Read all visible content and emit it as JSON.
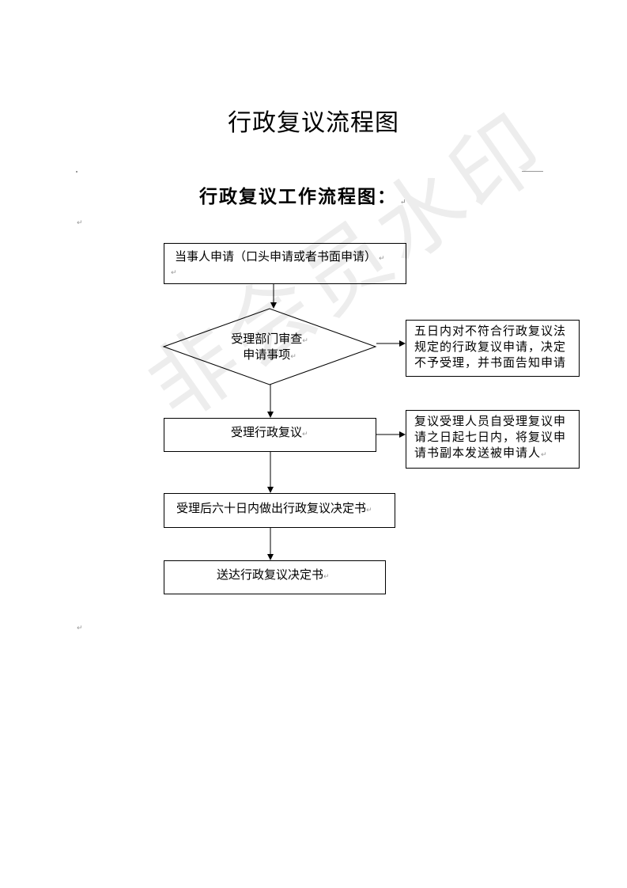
{
  "doc": {
    "title": "行政复议流程图",
    "subtitle": "行政复议工作流程图：",
    "return_mark": "↵"
  },
  "flow": {
    "apply": "当事人申请（口头申请或者书面申请）",
    "review": [
      "受理部门审查",
      "申请事项"
    ],
    "reject_lines": [
      "五日内对不符合行政复议法",
      "规定的行政复议申请，决定",
      "不予受理，并书面告知申请"
    ],
    "accept": "受理行政复议",
    "copy_lines": [
      "复议受理人员自受理复议申",
      "请之日起七日内，将复议申",
      "请书副本发送被申请人"
    ],
    "decide": "受理后六十日内做出行政复议决定书",
    "deliver": "送达行政复议决定书"
  },
  "watermark": "非会员水印",
  "colors": {
    "line": "#000000",
    "mark": "#999999"
  }
}
